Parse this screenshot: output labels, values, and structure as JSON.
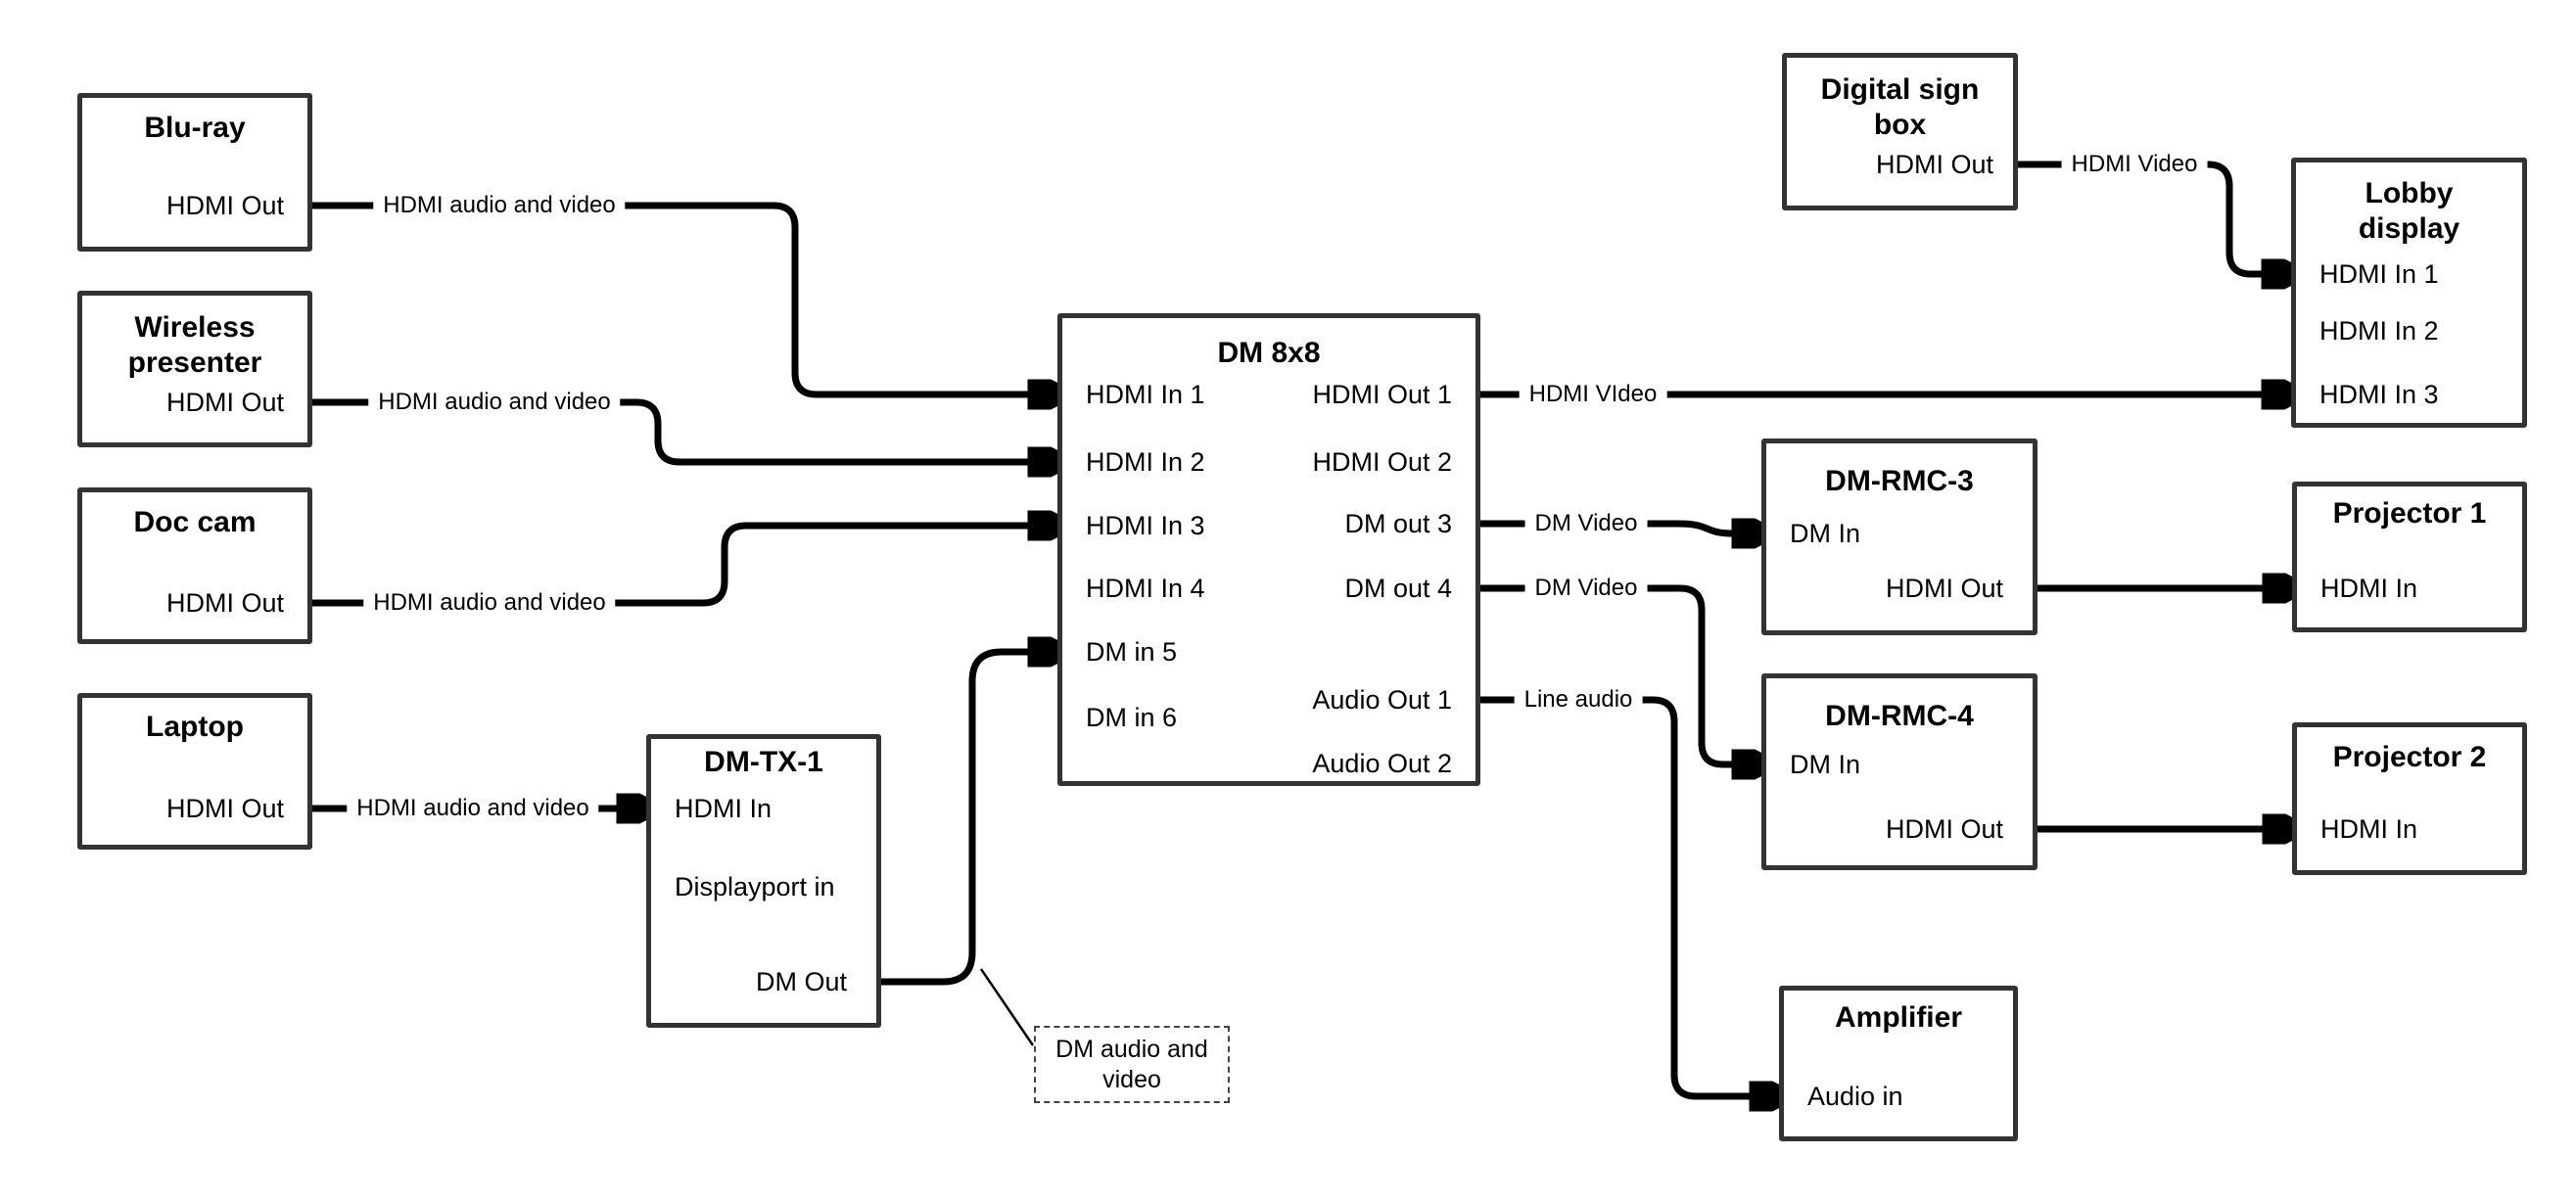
{
  "diagram_type": "av-signal-flow",
  "nodes": {
    "bluray": {
      "title": "Blu-ray",
      "ports": {
        "hdmi_out": "HDMI Out"
      }
    },
    "wireless_presenter": {
      "title": "Wireless presenter",
      "ports": {
        "hdmi_out": "HDMI Out"
      }
    },
    "doc_cam": {
      "title": "Doc cam",
      "ports": {
        "hdmi_out": "HDMI Out"
      }
    },
    "laptop": {
      "title": "Laptop",
      "ports": {
        "hdmi_out": "HDMI Out"
      }
    },
    "dm_tx_1": {
      "title": "DM-TX-1",
      "ports": {
        "hdmi_in": "HDMI In",
        "displayport_in": "Displayport in",
        "dm_out": "DM Out"
      }
    },
    "dm_8x8": {
      "title": "DM 8x8",
      "inputs": [
        "HDMI In 1",
        "HDMI In 2",
        "HDMI In 3",
        "HDMI In 4",
        "DM in 5",
        "DM in 6"
      ],
      "outputs": [
        "HDMI Out 1",
        "HDMI Out 2",
        "DM out 3",
        "DM out 4",
        "Audio Out 1",
        "Audio Out 2"
      ]
    },
    "digital_sign_box": {
      "title": "Digital sign box",
      "ports": {
        "hdmi_out": "HDMI Out"
      }
    },
    "lobby_display": {
      "title": "Lobby display",
      "ports": {
        "hdmi_in_1": "HDMI In 1",
        "hdmi_in_2": "HDMI In 2",
        "hdmi_in_3": "HDMI In 3"
      }
    },
    "dm_rmc_3": {
      "title": "DM-RMC-3",
      "ports": {
        "dm_in": "DM In",
        "hdmi_out": "HDMI Out"
      }
    },
    "projector_1": {
      "title": "Projector 1",
      "ports": {
        "hdmi_in": "HDMI In"
      }
    },
    "dm_rmc_4": {
      "title": "DM-RMC-4",
      "ports": {
        "dm_in": "DM In",
        "hdmi_out": "HDMI Out"
      }
    },
    "projector_2": {
      "title": "Projector 2",
      "ports": {
        "hdmi_in": "HDMI In"
      }
    },
    "amplifier": {
      "title": "Amplifier",
      "ports": {
        "audio_in": "Audio in"
      }
    }
  },
  "connections": [
    {
      "from": "Blu-ray / HDMI Out",
      "to": "DM 8x8 / HDMI In 1",
      "label": "HDMI audio and video"
    },
    {
      "from": "Wireless presenter / HDMI Out",
      "to": "DM 8x8 / HDMI In 2",
      "label": "HDMI audio and video"
    },
    {
      "from": "Doc cam / HDMI Out",
      "to": "DM 8x8 / HDMI In 3",
      "label": "HDMI audio and video"
    },
    {
      "from": "Laptop / HDMI Out",
      "to": "DM-TX-1 / HDMI In",
      "label": "HDMI audio and video"
    },
    {
      "from": "DM-TX-1 / DM Out",
      "to": "DM 8x8 / DM in 5",
      "label": "",
      "annotation": "DM audio and video"
    },
    {
      "from": "DM 8x8 / HDMI Out 1",
      "to": "Lobby display / HDMI In 3",
      "label": "HDMI VIdeo"
    },
    {
      "from": "Digital sign box / HDMI Out",
      "to": "Lobby display / HDMI In 1",
      "label": "HDMI Video"
    },
    {
      "from": "DM 8x8 / DM out 3",
      "to": "DM-RMC-3 / DM In",
      "label": "DM Video"
    },
    {
      "from": "DM 8x8 / DM out 4",
      "to": "DM-RMC-4 / DM In",
      "label": "DM Video"
    },
    {
      "from": "DM 8x8 / Audio Out 1",
      "to": "Amplifier / Audio in",
      "label": "Line audio"
    },
    {
      "from": "DM-RMC-3 / HDMI Out",
      "to": "Projector 1 / HDMI In",
      "label": ""
    },
    {
      "from": "DM-RMC-4 / HDMI Out",
      "to": "Projector 2 / HDMI In",
      "label": ""
    }
  ],
  "colors": {
    "line": "#000000",
    "box_border": "#333333",
    "text": "#000000",
    "background": "#ffffff"
  }
}
